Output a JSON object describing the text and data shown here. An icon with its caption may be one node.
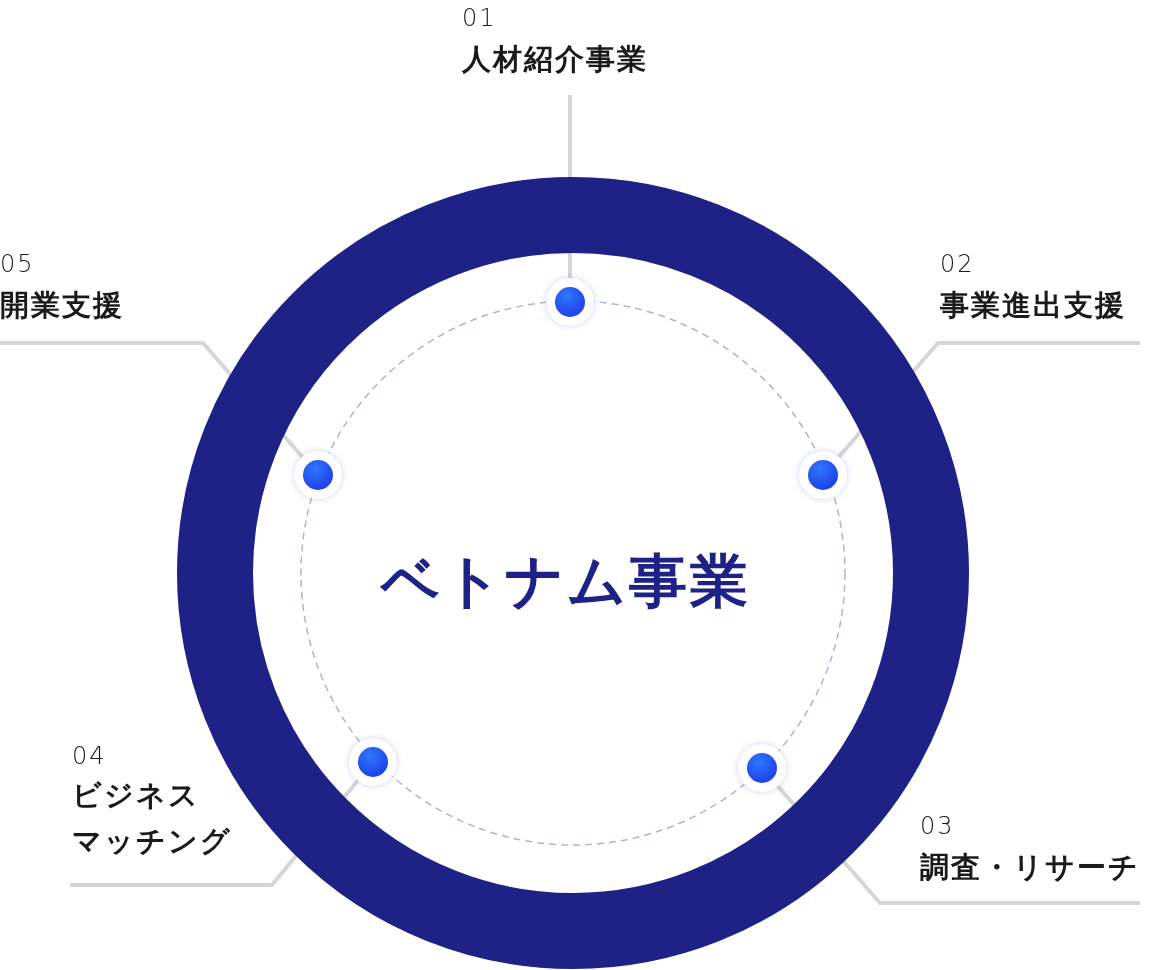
{
  "diagram": {
    "nodes": [
      {
        "text": [
          "ベトナム事業"
        ]
      },
      {
        "text": [
          "01",
          "人材紹介事業"
        ]
      },
      {
        "text": [],
        "shape": "circle",
        "in": 0
      },
      {
        "text": [
          "02",
          "事業進出支援"
        ]
      },
      {
        "text": [],
        "shape": "circle",
        "in": 0
      },
      {
        "text": [
          "05",
          "開業支援"
        ]
      },
      {
        "text": [],
        "shape": "circle",
        "in": 0
      },
      {
        "text": [
          "04",
          "ビジネスマッチング"
        ]
      },
      {
        "text": [],
        "shape": "circle",
        "in": 0
      },
      {
        "text": [
          "03",
          "調査・リサーチ"
        ]
      },
      {
        "text": [],
        "shape": "circle",
        "in": 0
      }
    ],
    "edges": [
      {
        "from": 1,
        "to": 2,
        "arrow": "none"
      },
      {
        "from": 3,
        "to": 4,
        "arrow": "none"
      },
      {
        "from": 5,
        "to": 6,
        "arrow": "none"
      },
      {
        "from": 7,
        "to": 8,
        "arrow": "none"
      },
      {
        "from": 9,
        "to": 10,
        "arrow": "none"
      }
    ]
  }
}
